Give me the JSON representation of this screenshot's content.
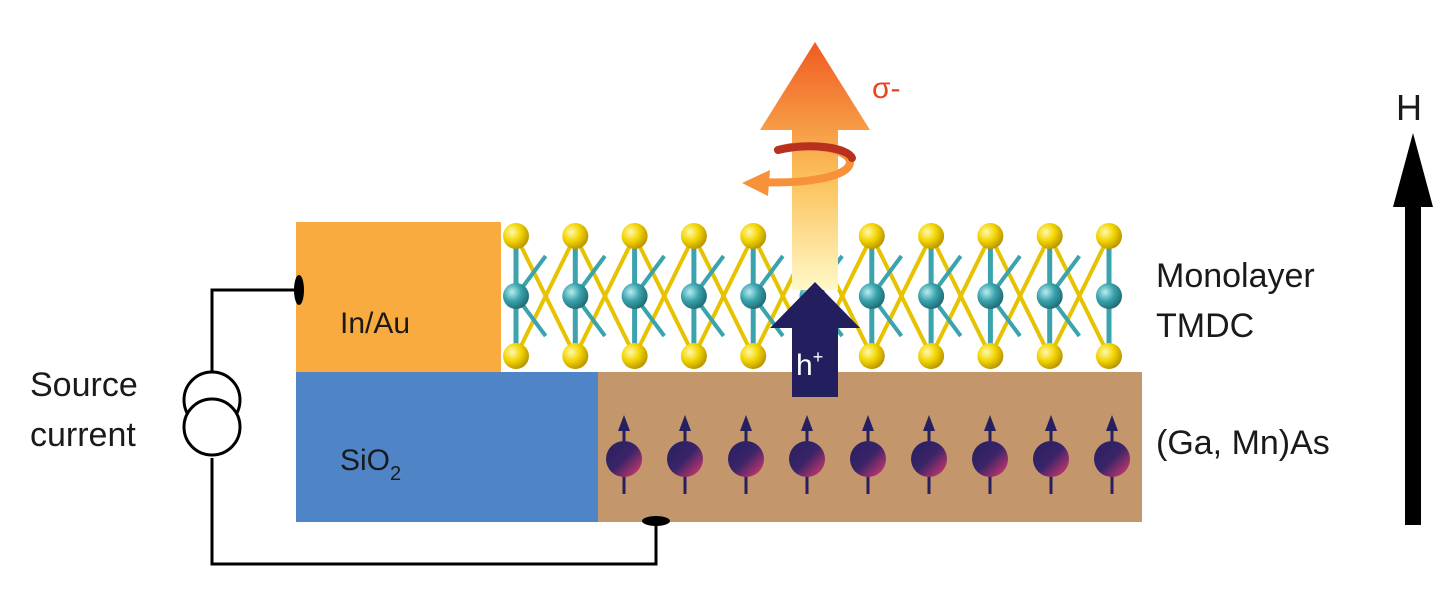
{
  "labels": {
    "contact": "In/Au",
    "oxide_main": "SiO",
    "oxide_sub": "2",
    "source_line1": "Source",
    "source_line2": "current",
    "tmdc_line1": "Monolayer",
    "tmdc_line2": "TMDC",
    "substrate": "(Ga, Mn)As",
    "hole_main": "h",
    "hole_sup": "+",
    "polarization": "σ-",
    "field": "H"
  },
  "colors": {
    "contact": "#f9ab3f",
    "oxide": "#4f84c6",
    "substrate": "#c3966b",
    "hole_arrow": "#231f5e",
    "emission": "#f05a22",
    "sulfur_atom": "#f3d500",
    "metal_atom": "#3aa3ad",
    "spin": "#262060",
    "field_arrow": "#000000"
  },
  "icons": [
    "current-source-icon",
    "spin-icon",
    "circular-arrow-icon"
  ]
}
